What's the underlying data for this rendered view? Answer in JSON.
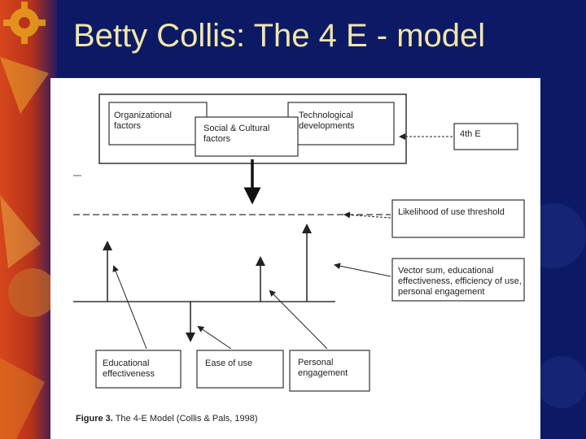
{
  "slide": {
    "title": "Betty Collis: The 4 E - model",
    "colors": {
      "background": "#0c1a66",
      "title": "#f1e6a9",
      "figure_bg": "#ffffff"
    }
  },
  "diagram": {
    "top_boxes": {
      "organizational": "Organizational factors",
      "social_cultural": "Social & Cultural factors",
      "technological": "Technological developments"
    },
    "side_labels": {
      "fourth_e": "4th E",
      "threshold": "Likelihood of use threshold",
      "vector_sum": "Vector sum, educational effectiveness, efficiency of use, personal engagement"
    },
    "bottom_boxes": {
      "educational": "Educational effectiveness",
      "ease": "Ease of use",
      "personal": "Personal engagement"
    },
    "caption": {
      "figure_number": "Figure 3.",
      "text": " The 4-E Model (Collis & Pals, 1998)"
    }
  }
}
